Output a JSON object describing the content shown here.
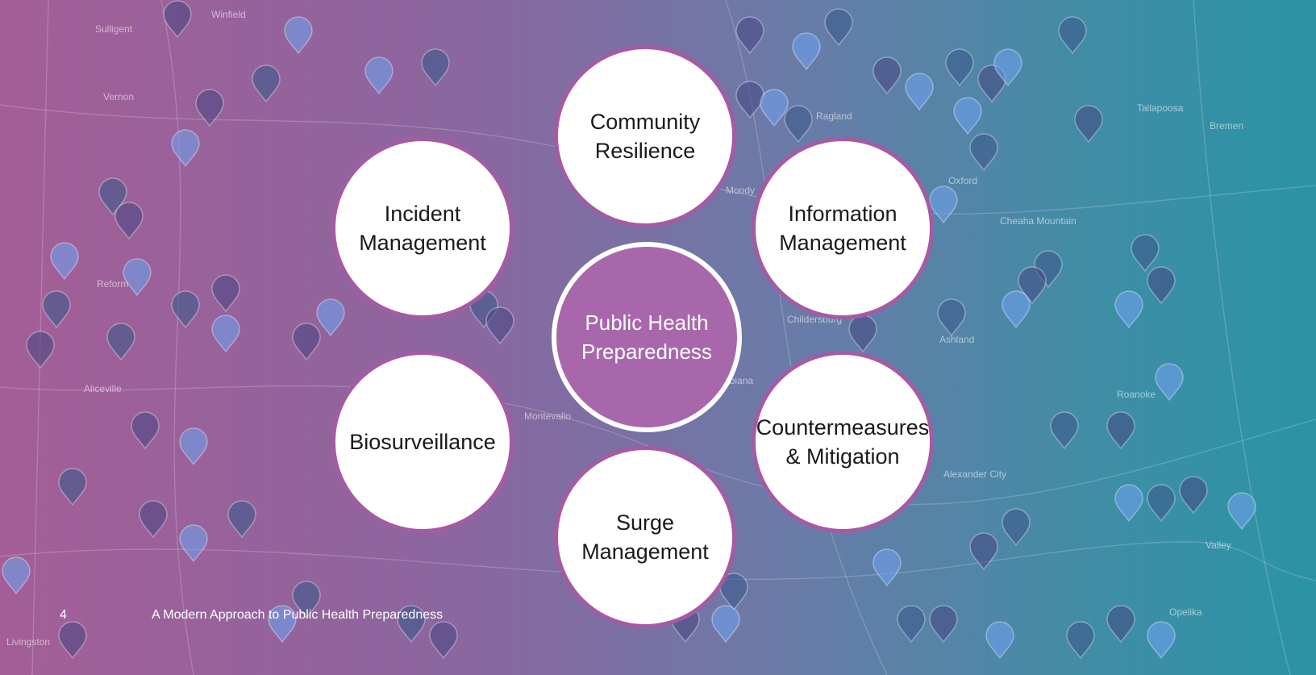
{
  "diagram": {
    "center": {
      "label": "Public Health\nPreparedness"
    },
    "nodes": [
      {
        "id": "community-resilience",
        "label": "Community\nResilience"
      },
      {
        "id": "information-management",
        "label": "Information\nManagement"
      },
      {
        "id": "countermeasures-mitigation",
        "label": "Countermeasures\n& Mitigation"
      },
      {
        "id": "surge-management",
        "label": "Surge\nManagement"
      },
      {
        "id": "biosurveillance",
        "label": "Biosurveillance"
      },
      {
        "id": "incident-management",
        "label": "Incident\nManagement"
      }
    ]
  },
  "map_labels": [
    "Sulligent",
    "Winfield",
    "Vernon",
    "Aliceville",
    "Reform",
    "Ragland",
    "Moody",
    "Oxford",
    "Tallapoosa",
    "Bremen",
    "Cheaha Mountain",
    "Childersburg",
    "Columbiana",
    "Montevallo",
    "Alexander City",
    "Roanoke",
    "Valley",
    "Opelika",
    "Ashland",
    "Livingston"
  ],
  "footer": {
    "page_number": "4",
    "title": "A Modern Approach to Public Health Preparedness"
  },
  "colors": {
    "node_border": "#a55ba4",
    "center_fill": "#a867ab",
    "gradient_left": "#a45e97",
    "gradient_right": "#2b93a5"
  }
}
